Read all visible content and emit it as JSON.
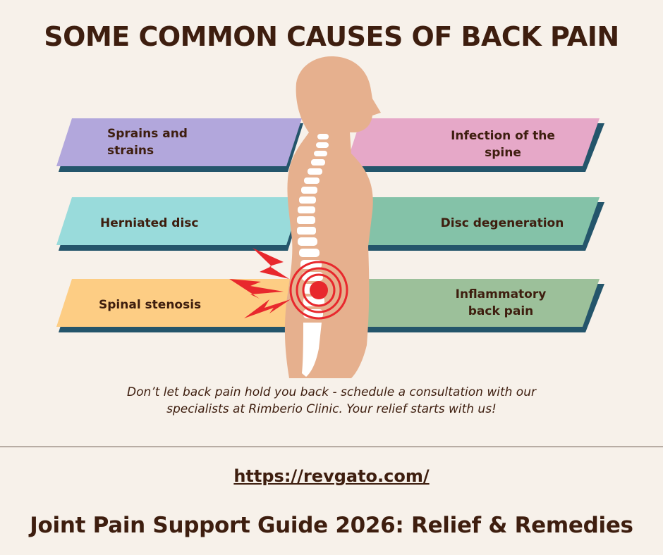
{
  "title": "SOME COMMON CAUSES OF BACK PAIN",
  "causes": {
    "sprains": "Sprains and strains",
    "infection": "Infection of the spine",
    "herniated": "Herniated disc",
    "degeneration": "Disc degeneration",
    "stenosis": "Spinal stenosis",
    "inflammatory": "Inflammatory back pain"
  },
  "tagline": "Don’t let back pain hold you back - schedule a consultation with our specialists at Rimberio Clinic. Your relief starts with us!",
  "link": "https://revgato.com/",
  "footer": "Joint Pain Support Guide 2026: Relief & Remedies",
  "colors": {
    "text": "#3e1e0f",
    "background": "#f7f1ea",
    "sprains": "#b2a7dc",
    "infection": "#e6a8c8",
    "herniated": "#99dbdb",
    "degeneration": "#84c2a8",
    "stenosis": "#fdcd84",
    "inflammatory": "#9cc09a",
    "banner_shadow": "#24556b",
    "body": "#e6b08e",
    "pain": "#e8282d"
  }
}
